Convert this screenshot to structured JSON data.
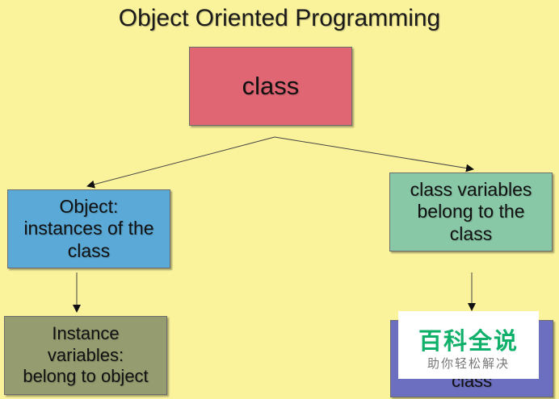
{
  "title": "Object Oriented Programming",
  "nodes": {
    "class": "class",
    "object": "Object:\ninstances of the\nclass",
    "class_variables": "class variables\nbelong to the\nclass",
    "instance_variables": "Instance\nvariables:\nbelong to object",
    "class_instance_partial": "class"
  },
  "watermark": {
    "main": "百科全说",
    "sub": "助你轻松解决"
  },
  "colors": {
    "background": "#fbf39c",
    "class_box": "#e06674",
    "object_box": "#5aa9d6",
    "class_variables_box": "#88c8a7",
    "instance_variables_box": "#949c70",
    "class_instance_box": "#6c6ebf",
    "watermark_text": "#10b06a"
  }
}
